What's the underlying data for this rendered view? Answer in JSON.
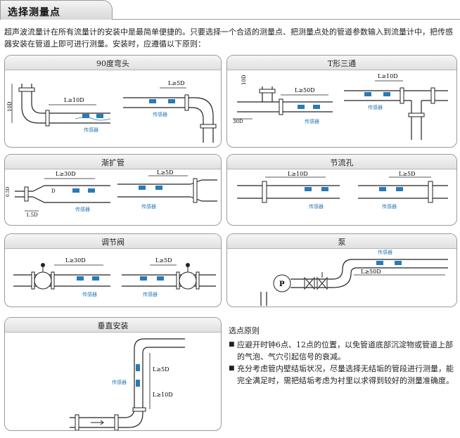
{
  "header": {
    "title": "选择测量点"
  },
  "intro": "超声波流量计在所有流量计的安装中是最简单便捷的。只要选择一个合适的测量点、把测量点处的管道参数输入到流量计中，把传感器安装在管道上即可进行测量。安装时，应遵循以下原则：",
  "panels": {
    "elbow": {
      "title": "90度弯头",
      "l10d": "L≥10D",
      "l5d": "L≥5D",
      "sensor_a": "传感器",
      "sensor_b": "传感器",
      "d_label": "10D"
    },
    "tee": {
      "title": "T形三通",
      "l50d": "L≥50D",
      "l10d": "L≥10D",
      "sensor_a": "传感器",
      "sensor_b": "传感器",
      "d10": "10D",
      "d30": "30D"
    },
    "expander": {
      "title": "渐扩管",
      "l30d": "L≥30D",
      "l5d": "L≥5D",
      "sensor_a": "传感器",
      "sensor_b": "传感器",
      "d_small": "0.5D",
      "d_len": "1.5D",
      "d_mark": "D"
    },
    "orifice": {
      "title": "节流孔",
      "l10d": "L≥10D",
      "l5d": "L≥5D",
      "sensor_a": "传感器",
      "sensor_b": "传感器"
    },
    "valve": {
      "title": "调节阀",
      "l30d": "L≥30D",
      "l5d": "L≥5D",
      "sensor_a": "传感器",
      "sensor_b": "传感器"
    },
    "pump": {
      "title": "泵",
      "l50d": "L≥50D",
      "sensor": "传感器",
      "pump_mark": "P"
    },
    "vertical": {
      "title": "垂直安装",
      "l5d": "L≥5D",
      "l10d": "L≥10D",
      "sensor": "传感器"
    }
  },
  "principles": {
    "title": "选点原则",
    "items": [
      "应避开时钟6点、12点的位置，以免管道底部沉淀物或管道上部的气泡、气穴引起信号的衰减。",
      "充分考虑管内壁结垢状况，尽量选择无结垢的管段进行测量，能完全满足时，需把结垢考虑为衬里以求得到较好的测量准确度。"
    ]
  },
  "colors": {
    "sensor_blue": "#2a7ab5",
    "pipe_stroke": "#222222",
    "panel_border": "#9a9a9a"
  }
}
